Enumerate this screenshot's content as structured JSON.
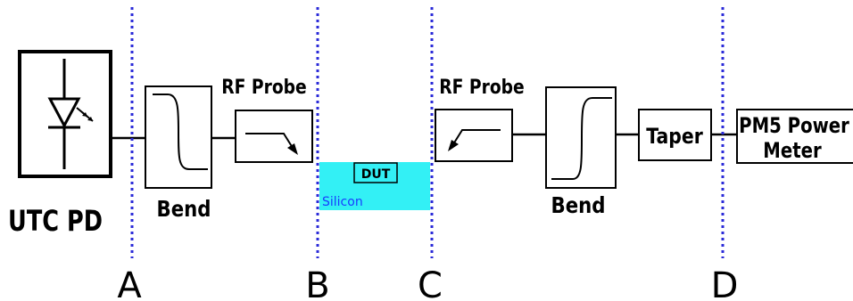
{
  "components": {
    "utc_pd": "UTC PD",
    "bend_left": "Bend",
    "rf_probe_left": "RF Probe",
    "dut": "DUT",
    "silicon": "Silicon",
    "rf_probe_right": "RF Probe",
    "bend_right": "Bend",
    "taper": "Taper",
    "power_meter_line1": "PM5 Power",
    "power_meter_line2": "Meter"
  },
  "reference_planes": [
    "A",
    "B",
    "C",
    "D"
  ],
  "colors": {
    "reference_line": "#2a2ad8",
    "silicon_fill": "#33f0f5",
    "silicon_text": "#1a3cff",
    "stroke": "#000000"
  },
  "icons": {
    "photodiode": "photodiode-symbol-icon",
    "bend_left": "s-bend-icon",
    "bend_right": "s-bend-icon",
    "probe_left": "probe-arrow-icon",
    "probe_right": "probe-arrow-icon"
  }
}
